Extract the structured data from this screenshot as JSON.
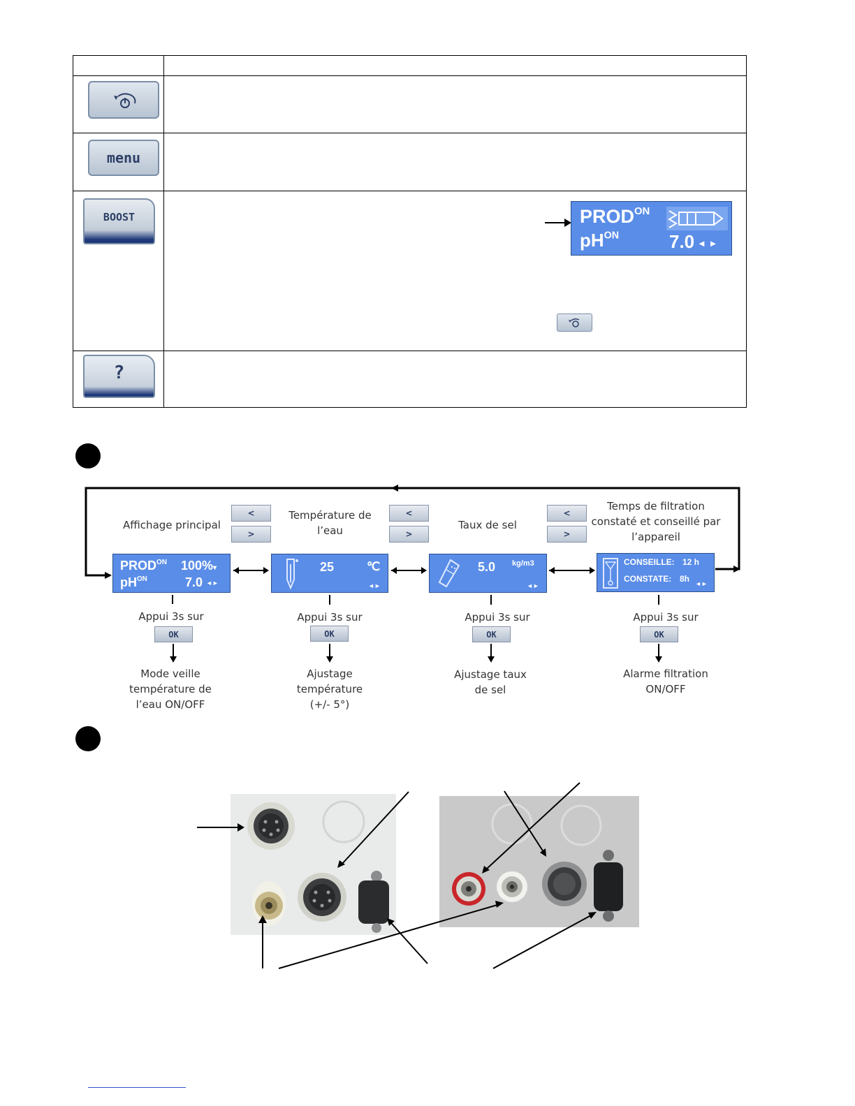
{
  "table": {
    "rows": [
      {
        "key": "power-back",
        "icon": "power-back-icon"
      },
      {
        "key": "menu",
        "label": "menu"
      },
      {
        "key": "boost",
        "label": "BOOST"
      },
      {
        "key": "help",
        "label": "?"
      }
    ],
    "boost_lcd": {
      "line1": "PROD",
      "line1_sup": "ON",
      "line2": "pH",
      "line2_sup": "ON",
      "value": "7.0",
      "arrows": "◄ ►"
    }
  },
  "flow": {
    "nav_left": "<",
    "nav_right": ">",
    "ok": "OK",
    "press_label": "Appui 3s sur",
    "screens": [
      {
        "title": "Affichage principal",
        "l1": "PROD",
        "l1_sup": "ON",
        "l1_val": "100%",
        "l1_mark": "▾",
        "l2": "pH",
        "l2_sup": "ON",
        "l2_val": "7.0",
        "arrows": "◄►",
        "action": "Mode veille température de l’eau ON/OFF"
      },
      {
        "title": "Température de l’eau",
        "value": "25",
        "unit": "℃",
        "arrows": "◄►",
        "action": "Ajustage température (+/- 5°)"
      },
      {
        "title": "Taux de sel",
        "value": "5.0",
        "unit": "kg/m3",
        "arrows": "◄►",
        "action": "Ajustage taux de sel"
      },
      {
        "title": "Temps de filtration constaté et conseillé par l’appareil",
        "l1": "CONSEILLE:",
        "l1_val": "12 h",
        "l2": "CONSTATE:",
        "l2_val": "8h",
        "arrows": "◄►",
        "action": "Alarme filtration ON/OFF"
      }
    ]
  }
}
